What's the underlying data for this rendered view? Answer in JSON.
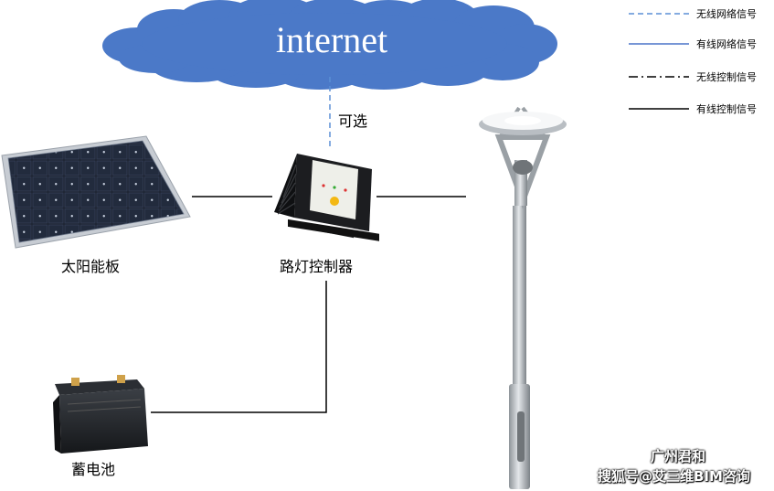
{
  "cloud": {
    "label": "internet",
    "color": "#4b79c8"
  },
  "optional_label": "可选",
  "nodes": {
    "solar_panel": "太阳能板",
    "controller": "路灯控制器",
    "battery": "蓄电池"
  },
  "legend": [
    {
      "style": "dashed",
      "color": "#5b8fd6",
      "label": "无线网络信号"
    },
    {
      "style": "solid",
      "color": "#4a74c9",
      "label": "有线网络信号"
    },
    {
      "style": "dashdot",
      "color": "#000000",
      "label": "无线控制信号"
    },
    {
      "style": "solid",
      "color": "#000000",
      "label": "有线控制信号"
    }
  ],
  "watermark": {
    "line1": "广州君和",
    "line2": "搜狐号@艾三维BIM咨询"
  }
}
